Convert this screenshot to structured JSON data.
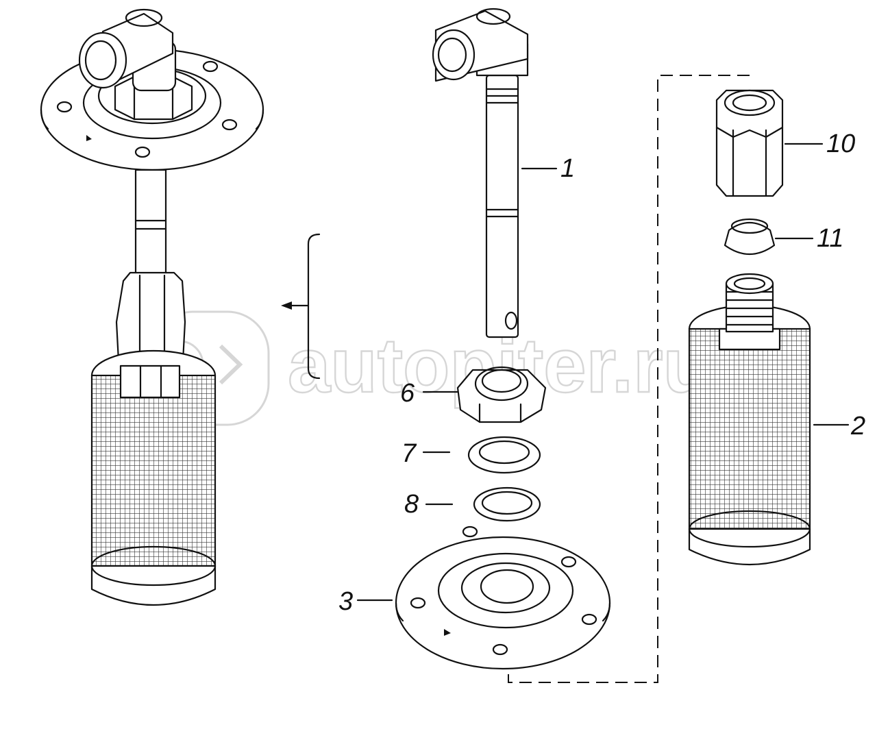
{
  "watermark": {
    "text": "autopiter.ru",
    "logo": "autopiter-logo-icon"
  },
  "callouts": [
    {
      "id": "1",
      "text": "1"
    },
    {
      "id": "2",
      "text": "2"
    },
    {
      "id": "3",
      "text": "3"
    },
    {
      "id": "6",
      "text": "6"
    },
    {
      "id": "7",
      "text": "7"
    },
    {
      "id": "8",
      "text": "8"
    },
    {
      "id": "10",
      "text": "10"
    },
    {
      "id": "11",
      "text": "11"
    }
  ],
  "colors": {
    "line": "#111111",
    "paper": "#ffffff",
    "watermark": "#d6d6d6"
  }
}
